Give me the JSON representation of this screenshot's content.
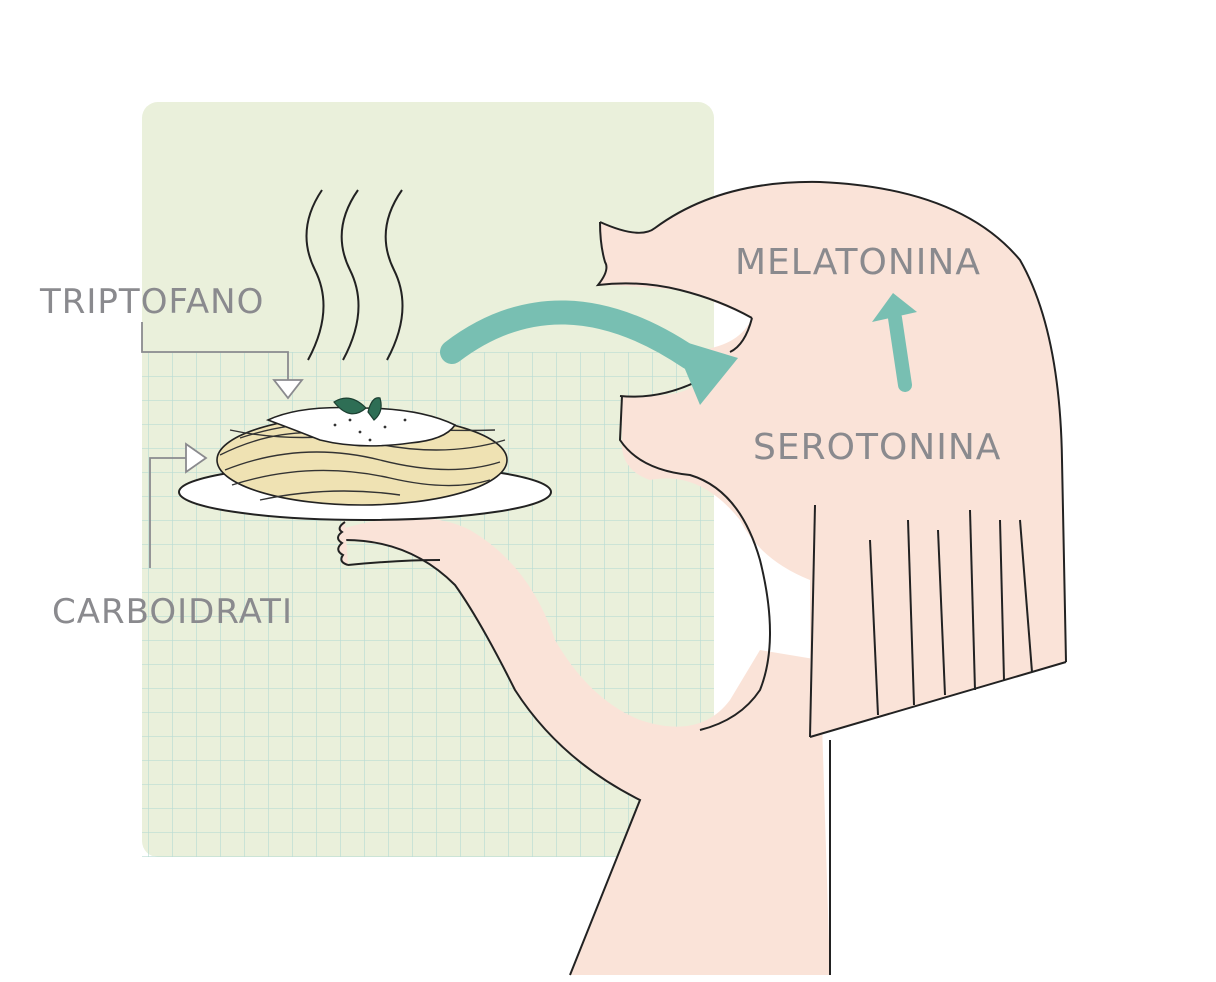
{
  "labels": {
    "triptofano": "TRIPTOFANO",
    "carboidrati": "CARBOIDRATI",
    "melatonina": "MELATONINA",
    "serotonina": "SEROTONINA"
  },
  "colors": {
    "panel": "#eaf0db",
    "grid_line": "#b9dcd4",
    "skin": "#f9dfd3",
    "arrow": "#78bfb2",
    "pasta": "#efe2b3",
    "sauce": "#ffffff",
    "basil": "#2e6e55",
    "text": "#8a8a8e"
  },
  "icons": {
    "steam": "steam-lines-icon",
    "basil": "basil-leaf-icon",
    "food_to_brain": "curved-arrow-icon",
    "serotonin_to_melatonin": "up-arrow-icon"
  }
}
